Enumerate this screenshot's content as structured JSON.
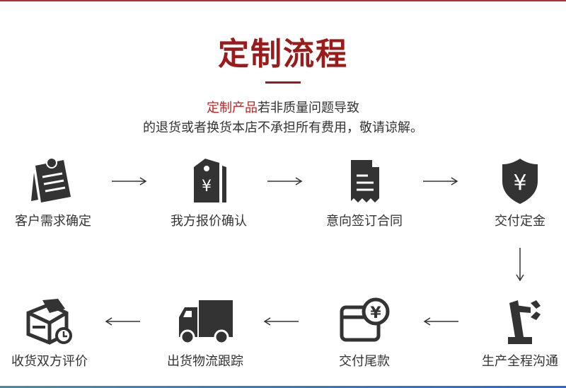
{
  "title": "定制流程",
  "notice": {
    "highlight": "定制产品",
    "line1_rest": "若非质量问题导致",
    "line2": "的退货或者换货本店不承担所有费用，敬请谅解。"
  },
  "steps": [
    {
      "label": "客户需求确定",
      "icon": "notepad-pin-icon"
    },
    {
      "label": "我方报价确认",
      "icon": "price-tag-icon"
    },
    {
      "label": "意向签订合同",
      "icon": "contract-icon"
    },
    {
      "label": "交付定金",
      "icon": "yen-shield-icon"
    },
    {
      "label": "生产全程沟通",
      "icon": "robot-arm-icon"
    },
    {
      "label": "交付尾款",
      "icon": "card-yen-icon"
    },
    {
      "label": "出货物流跟踪",
      "icon": "truck-icon"
    },
    {
      "label": "收货双方评价",
      "icon": "box-clock-icon"
    }
  ],
  "colors": {
    "title": "#9b1a1a",
    "highlight": "#c8201e",
    "icon": "#333333"
  }
}
